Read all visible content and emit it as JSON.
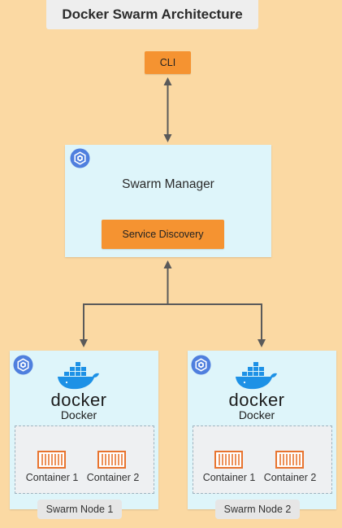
{
  "title": "Docker Swarm Architecture",
  "cli": {
    "label": "CLI"
  },
  "manager": {
    "label": "Swarm Manager",
    "service_discovery": "Service Discovery",
    "badge_icon": "gcp-hexagon-icon"
  },
  "nodes": [
    {
      "logo_text": "docker",
      "caption": "Docker",
      "containers": [
        "Container 1",
        "Container 2"
      ],
      "label": "Swarm Node  1"
    },
    {
      "logo_text": "docker",
      "caption": "Docker",
      "containers": [
        "Container 1",
        "Container 2"
      ],
      "label": "Swarm Node  2"
    }
  ],
  "colors": {
    "background": "#fbd9a3",
    "orange": "#f59331",
    "panel": "#def5fa",
    "docker_blue": "#1d91e6",
    "container_orange": "#e8742f",
    "arrow": "#5a5a5a"
  }
}
